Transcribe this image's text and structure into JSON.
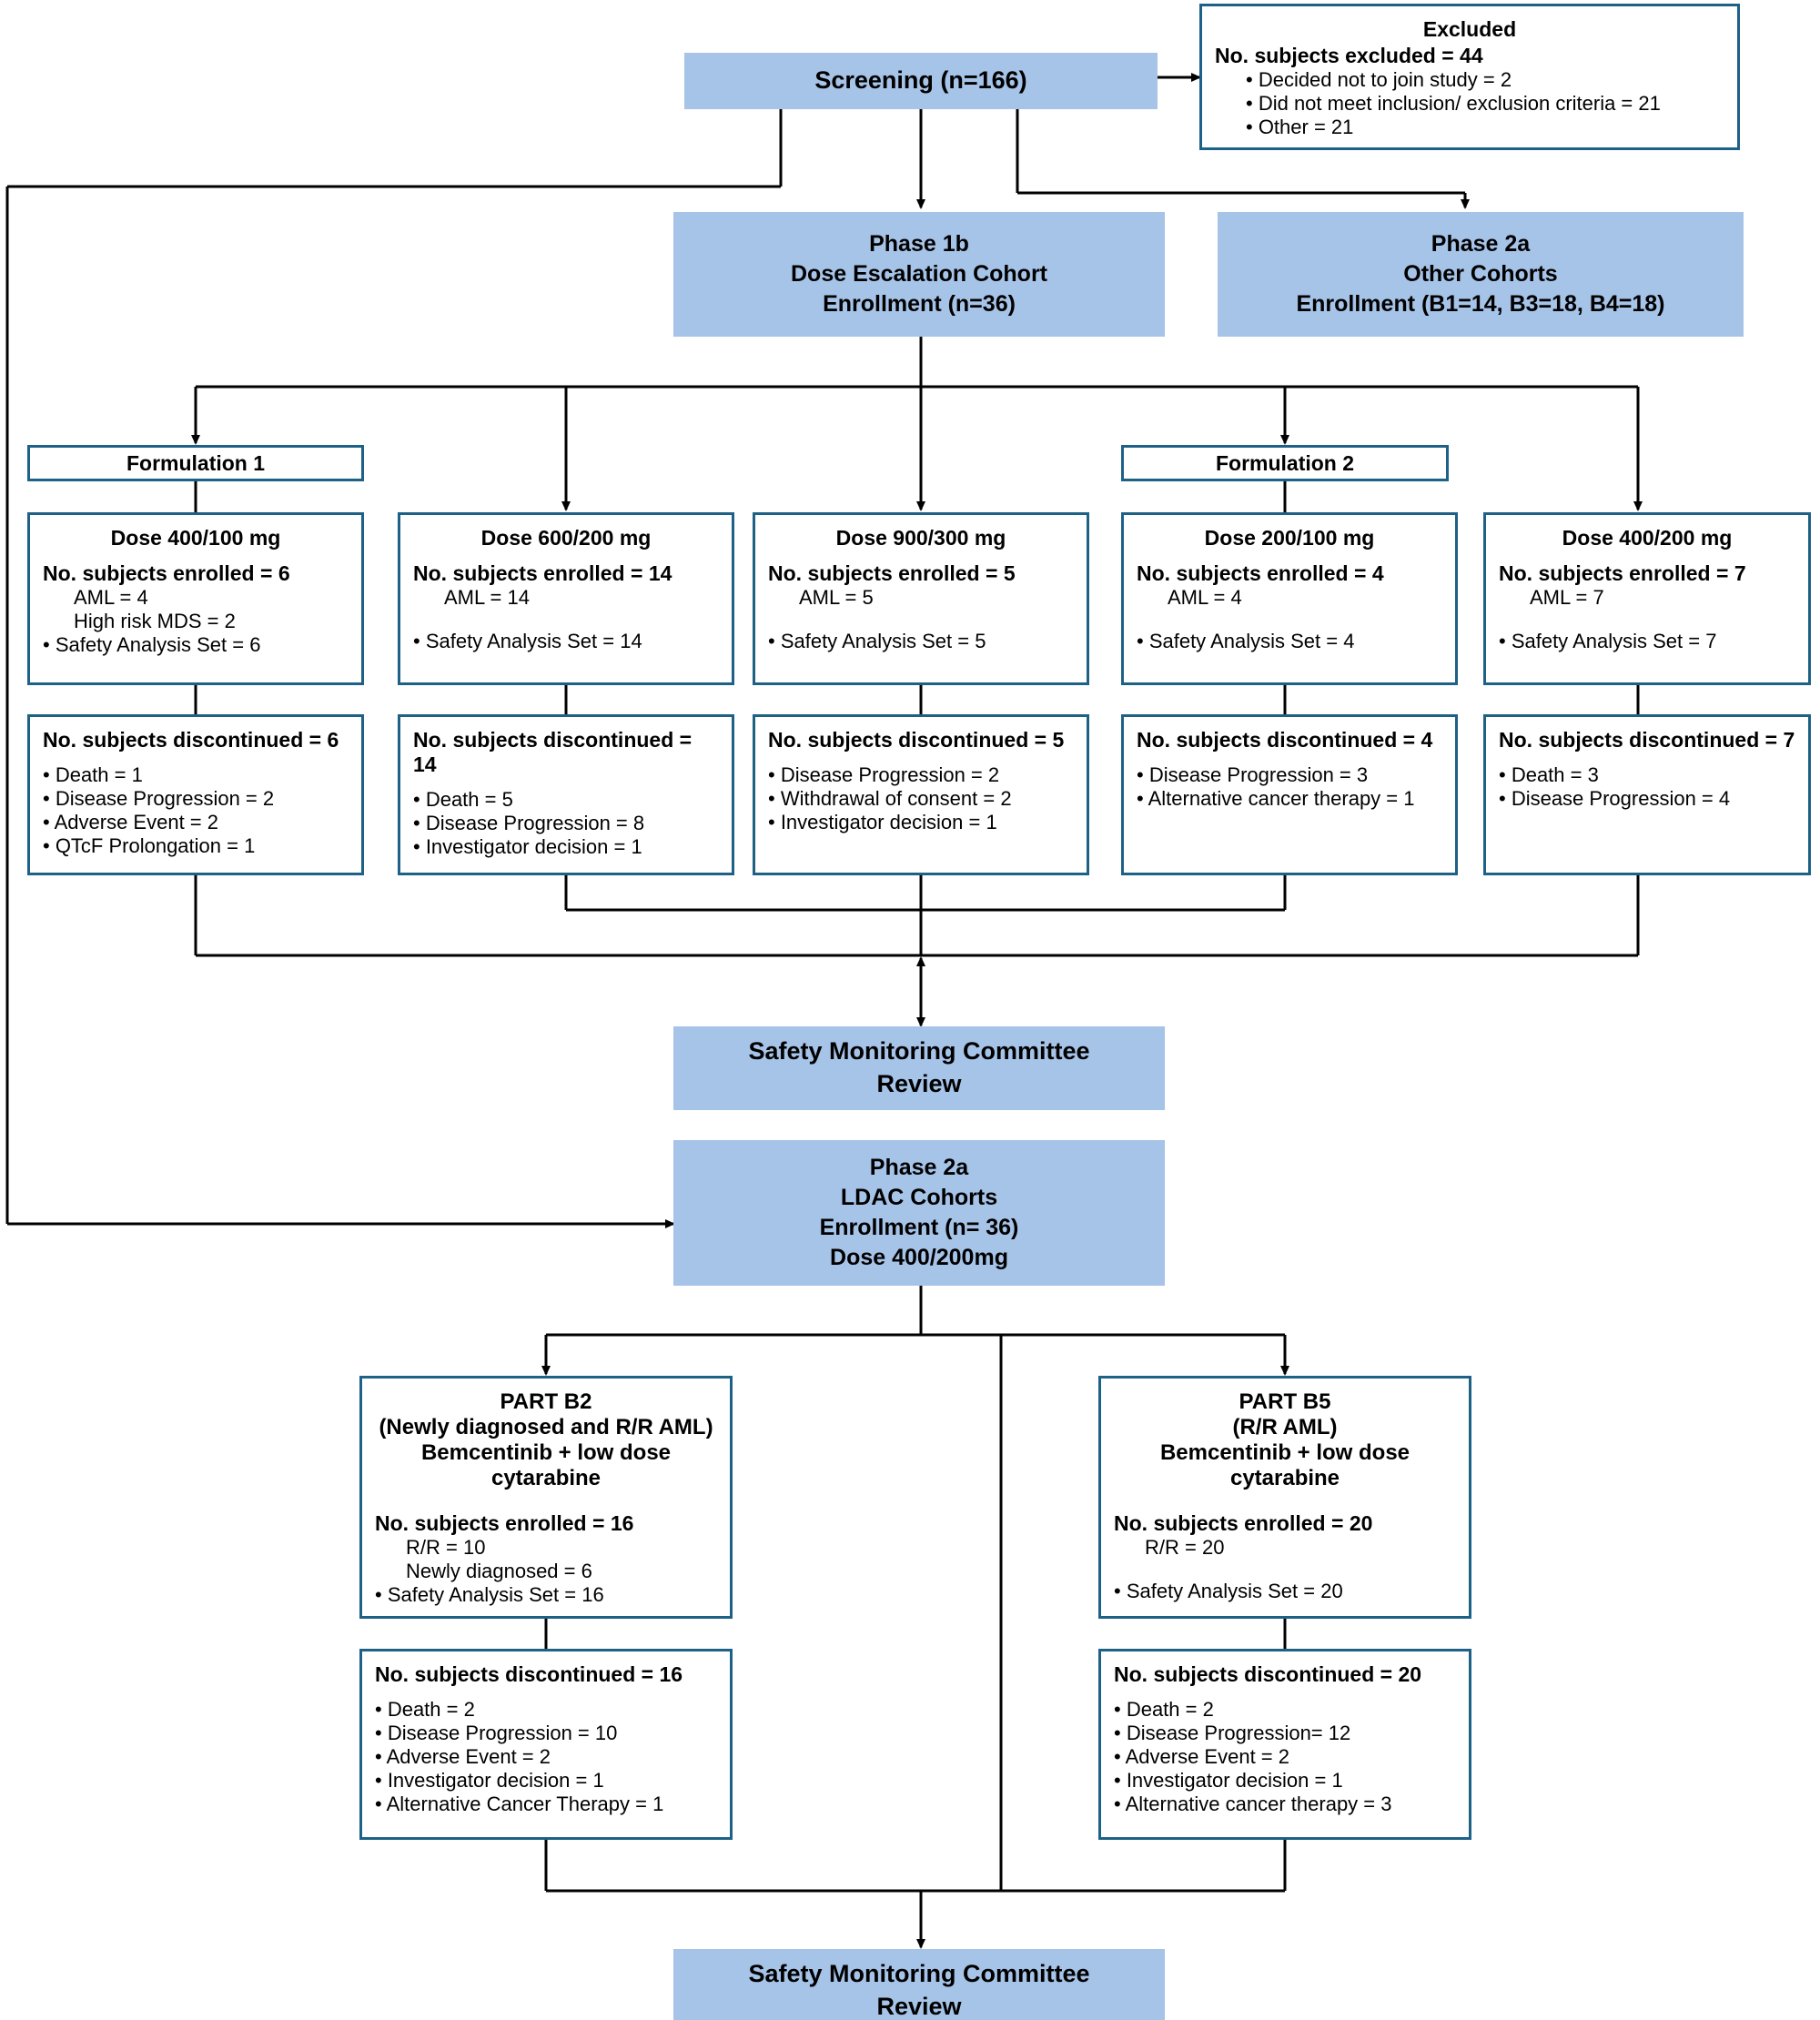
{
  "diagram": {
    "type": "flowchart",
    "title": "Clinical trial subject disposition flow diagram",
    "colors": {
      "blue_fill": "#a6c3e8",
      "box_border": "#1e6186",
      "connector": "#000000"
    }
  },
  "screening": {
    "label": "Screening (n=166)"
  },
  "excluded": {
    "title": "Excluded",
    "header": "No. subjects excluded = 44",
    "items": [
      "• Decided not to join study = 2",
      "• Did not meet inclusion/ exclusion criteria = 21",
      "• Other = 21"
    ]
  },
  "phase1b": {
    "line1": "Phase 1b",
    "line2": "Dose Escalation Cohort",
    "line3": "Enrollment (n=36)"
  },
  "phase2a_other": {
    "line1": "Phase 2a",
    "line2": "Other  Cohorts",
    "line3": "Enrollment (B1=14, B3=18, B4=18)"
  },
  "formulations": [
    {
      "label": "Formulation 1"
    },
    {
      "label": "Formulation 2"
    }
  ],
  "dose_cohorts": [
    {
      "title": "Dose 400/100 mg",
      "enrolled_header": "No. subjects enrolled = 6",
      "enrolled_details": [
        "AML  = 4",
        "High risk MDS = 2"
      ],
      "safety_set": "• Safety Analysis Set = 6",
      "disc_header": "No. subjects discontinued = 6",
      "disc_items": [
        "• Death = 1",
        "• Disease Progression = 2",
        "• Adverse Event = 2",
        "• QTcF Prolongation = 1"
      ]
    },
    {
      "title": "Dose 600/200 mg",
      "enrolled_header": "No. subjects enrolled = 14",
      "enrolled_details": [
        "AML = 14"
      ],
      "safety_set": "• Safety Analysis Set = 14",
      "disc_header": "No. subjects discontinued = 14",
      "disc_items": [
        "• Death = 5",
        "• Disease Progression = 8",
        "• Investigator decision = 1"
      ]
    },
    {
      "title": "Dose 900/300 mg",
      "enrolled_header": "No. subjects enrolled = 5",
      "enrolled_details": [
        "AML = 5"
      ],
      "safety_set": "• Safety Analysis Set = 5",
      "disc_header": "No. subjects discontinued = 5",
      "disc_items": [
        "• Disease Progression = 2",
        "• Withdrawal of consent = 2",
        "• Investigator decision = 1"
      ]
    },
    {
      "title": "Dose 200/100 mg",
      "enrolled_header": "No. subjects enrolled = 4",
      "enrolled_details": [
        "AML = 4"
      ],
      "safety_set": "• Safety Analysis Set = 4",
      "disc_header": "No. subjects discontinued = 4",
      "disc_items": [
        "• Disease Progression = 3",
        "• Alternative cancer therapy = 1"
      ]
    },
    {
      "title": "Dose 400/200 mg",
      "enrolled_header": "No. subjects enrolled = 7",
      "enrolled_details": [
        "AML = 7"
      ],
      "safety_set": "• Safety Analysis Set = 7",
      "disc_header": "No. subjects discontinued = 7",
      "disc_items": [
        "• Death = 3",
        "• Disease Progression = 4"
      ]
    }
  ],
  "smc_top": {
    "line1": "Safety Monitoring Committee",
    "line2": "Review"
  },
  "phase2a_ldac": {
    "line1": "Phase 2a",
    "line2": "LDAC  Cohorts",
    "line3": "Enrollment (n= 36)",
    "line4": "Dose 400/200mg"
  },
  "parts": [
    {
      "title_line1": "PART B2",
      "title_line2": "(Newly diagnosed and R/R AML)",
      "title_line3": "Bemcentinib + low dose",
      "title_line4": "cytarabine",
      "enrolled_header": "No. subjects enrolled = 16",
      "enrolled_details": [
        "R/R = 10",
        "Newly diagnosed = 6"
      ],
      "safety_set": "• Safety Analysis Set = 16",
      "disc_header": "No. subjects discontinued = 16",
      "disc_items": [
        "• Death = 2",
        "• Disease Progression = 10",
        "• Adverse Event = 2",
        "• Investigator decision = 1",
        "• Alternative Cancer Therapy = 1"
      ]
    },
    {
      "title_line1": "PART B5",
      "title_line2": "(R/R AML)",
      "title_line3": "Bemcentinib + low dose",
      "title_line4": "cytarabine",
      "enrolled_header": "No. subjects enrolled = 20",
      "enrolled_details": [
        "R/R = 20"
      ],
      "safety_set": "• Safety Analysis Set = 20",
      "disc_header": "No. subjects discontinued = 20",
      "disc_items": [
        "• Death = 2",
        "• Disease Progression= 12",
        "• Adverse Event = 2",
        "• Investigator decision = 1",
        "• Alternative cancer therapy = 3"
      ]
    }
  ],
  "smc_bottom": {
    "line1": "Safety Monitoring Committee",
    "line2": "Review"
  }
}
